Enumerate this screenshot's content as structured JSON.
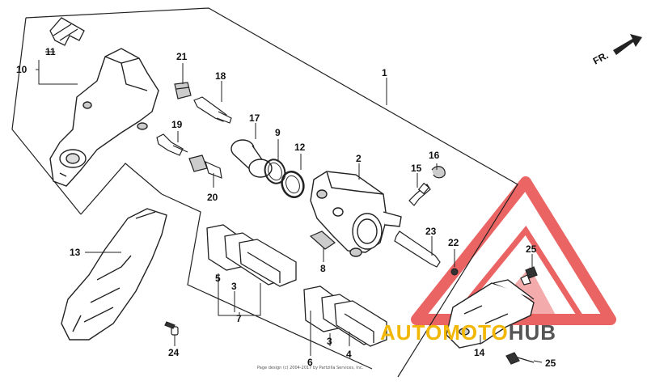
{
  "direction_label": "FR.",
  "watermark": {
    "part_a": "AUTO",
    "part_b": "MOTO",
    "part_c": "HUB",
    "color_a": "#f2b705",
    "color_b": "#f2b705",
    "color_c": "#555555",
    "logo_color": "#e84a4a"
  },
  "copyright_text": "Page design (c) 2004-2017 by Partzilla Services, Inc.",
  "callouts": {
    "c1": "1",
    "c2": "2",
    "c3a": "3",
    "c3b": "3",
    "c4": "4",
    "c5": "5",
    "c6": "6",
    "c7": "7",
    "c8": "8",
    "c9": "9",
    "c10": "10",
    "c11": "11",
    "c12": "12",
    "c13": "13",
    "c14": "14",
    "c15": "15",
    "c16": "16",
    "c17": "17",
    "c18": "18",
    "c19": "19",
    "c20": "20",
    "c21": "21",
    "c22": "22",
    "c23": "23",
    "c24": "24",
    "c25a": "25",
    "c25b": "25"
  }
}
